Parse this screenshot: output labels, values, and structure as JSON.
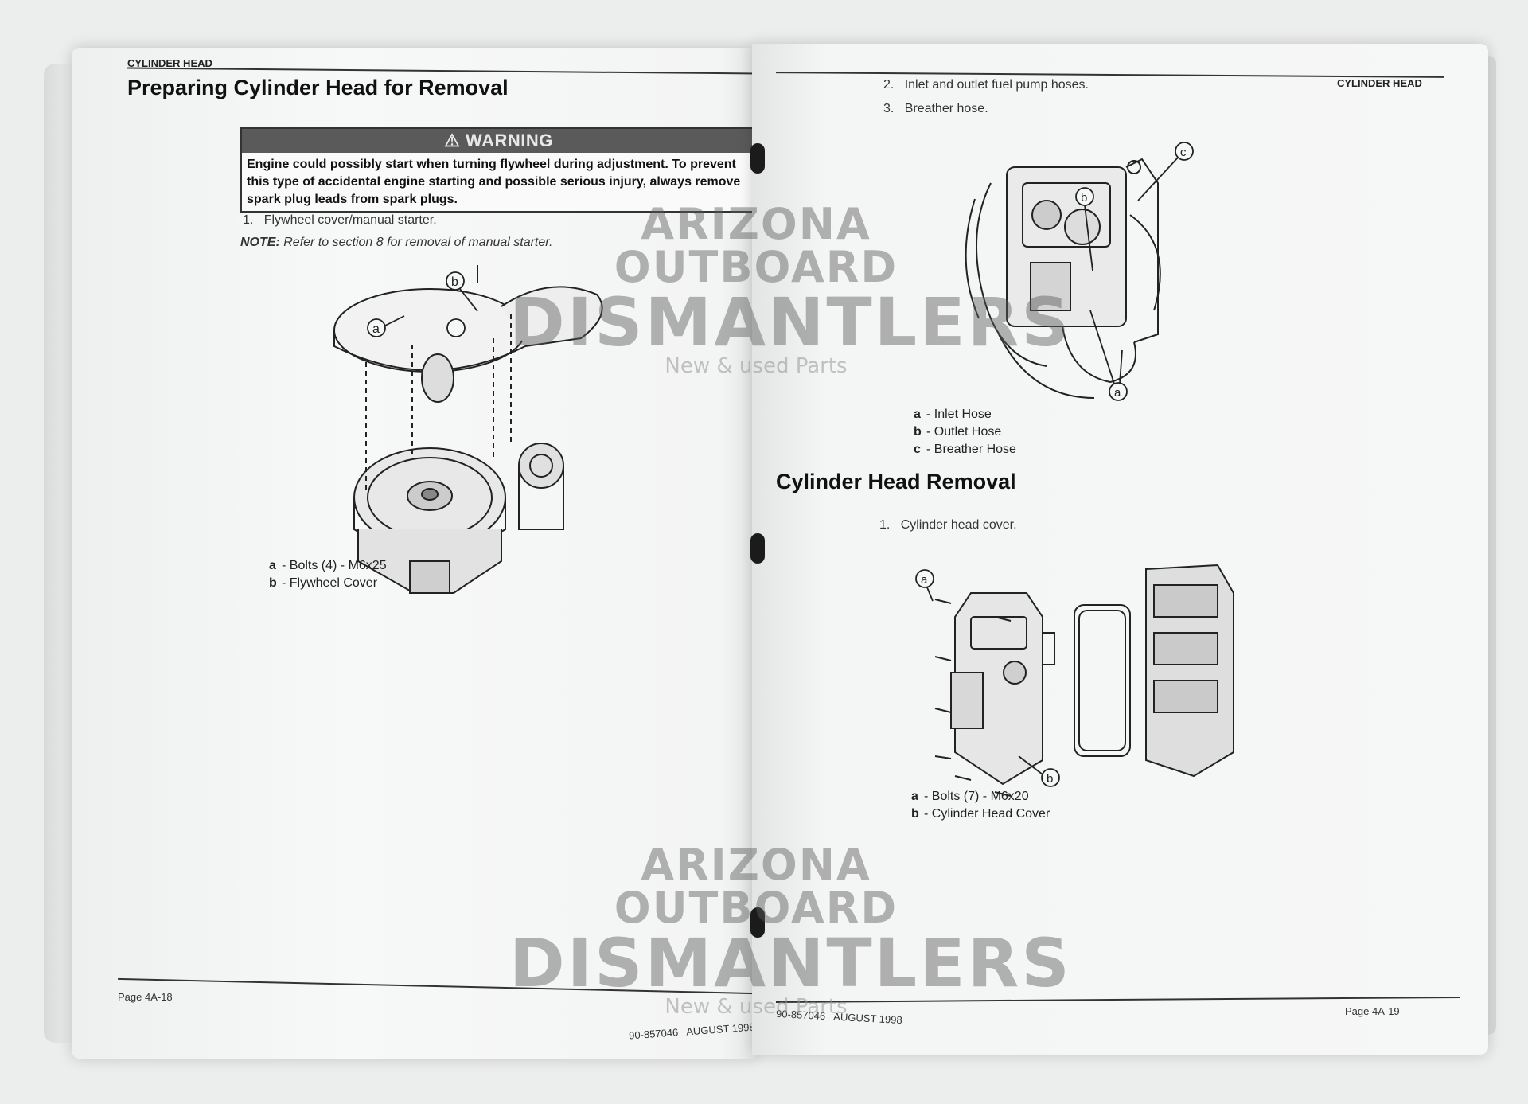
{
  "left_page": {
    "running_head": "CYLINDER HEAD",
    "title": "Preparing Cylinder Head for Removal",
    "warning": {
      "heading": "WARNING",
      "text": "Engine could possibly start when turning flywheel during adjustment. To prevent this type of accidental engine starting and possible serious injury, always remove spark plug leads from spark plugs."
    },
    "steps": [
      {
        "num": "1.",
        "text": "Flywheel cover/manual starter."
      }
    ],
    "note": {
      "label": "NOTE:",
      "text": "Refer to section 8 for removal of manual starter."
    },
    "figure_callouts": [
      "a",
      "b"
    ],
    "legend": [
      {
        "key": "a",
        "text": "- Bolts (4) - M6x25"
      },
      {
        "key": "b",
        "text": "- Flywheel Cover"
      }
    ],
    "page_number": "Page 4A-18",
    "doc_id": "90-857046   AUGUST 1998"
  },
  "right_page": {
    "running_head": "CYLINDER HEAD",
    "steps_top": [
      {
        "num": "2.",
        "text": "Inlet and outlet fuel pump hoses."
      },
      {
        "num": "3.",
        "text": "Breather hose."
      }
    ],
    "figure1_callouts": [
      "a",
      "b",
      "c"
    ],
    "legend1": [
      {
        "key": "a",
        "text": "- Inlet Hose"
      },
      {
        "key": "b",
        "text": "- Outlet Hose"
      },
      {
        "key": "c",
        "text": "- Breather Hose"
      }
    ],
    "section_title": "Cylinder Head Removal",
    "steps_bottom": [
      {
        "num": "1.",
        "text": "Cylinder head cover."
      }
    ],
    "figure2_callouts": [
      "a",
      "b"
    ],
    "legend2": [
      {
        "key": "a",
        "text": "- Bolts (7) - M6x20"
      },
      {
        "key": "b",
        "text": "- Cylinder Head Cover"
      }
    ],
    "page_number": "Page 4A-19",
    "doc_id": "90-857046   AUGUST 1998"
  },
  "watermark": {
    "line1": "ARIZONA OUTBOARD",
    "line2": "DISMANTLERS",
    "line3": "New & used Parts"
  }
}
